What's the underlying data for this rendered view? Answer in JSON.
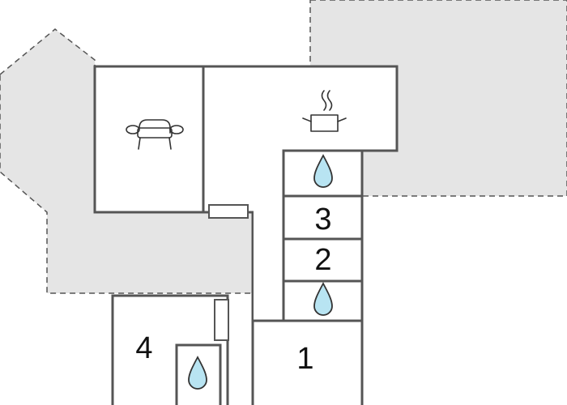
{
  "plan": {
    "rooms": [
      {
        "id": "room-1",
        "label": "1"
      },
      {
        "id": "room-2",
        "label": "2"
      },
      {
        "id": "room-3",
        "label": "3"
      },
      {
        "id": "room-4",
        "label": "4"
      }
    ],
    "icons": {
      "living": "sofa-icon",
      "kitchen": "cooking-pot-icon",
      "bathroom": "water-drop-icon"
    },
    "colors": {
      "terrace": "#e5e5e5",
      "wall": "#555555",
      "water": "#b8e4f2"
    }
  }
}
